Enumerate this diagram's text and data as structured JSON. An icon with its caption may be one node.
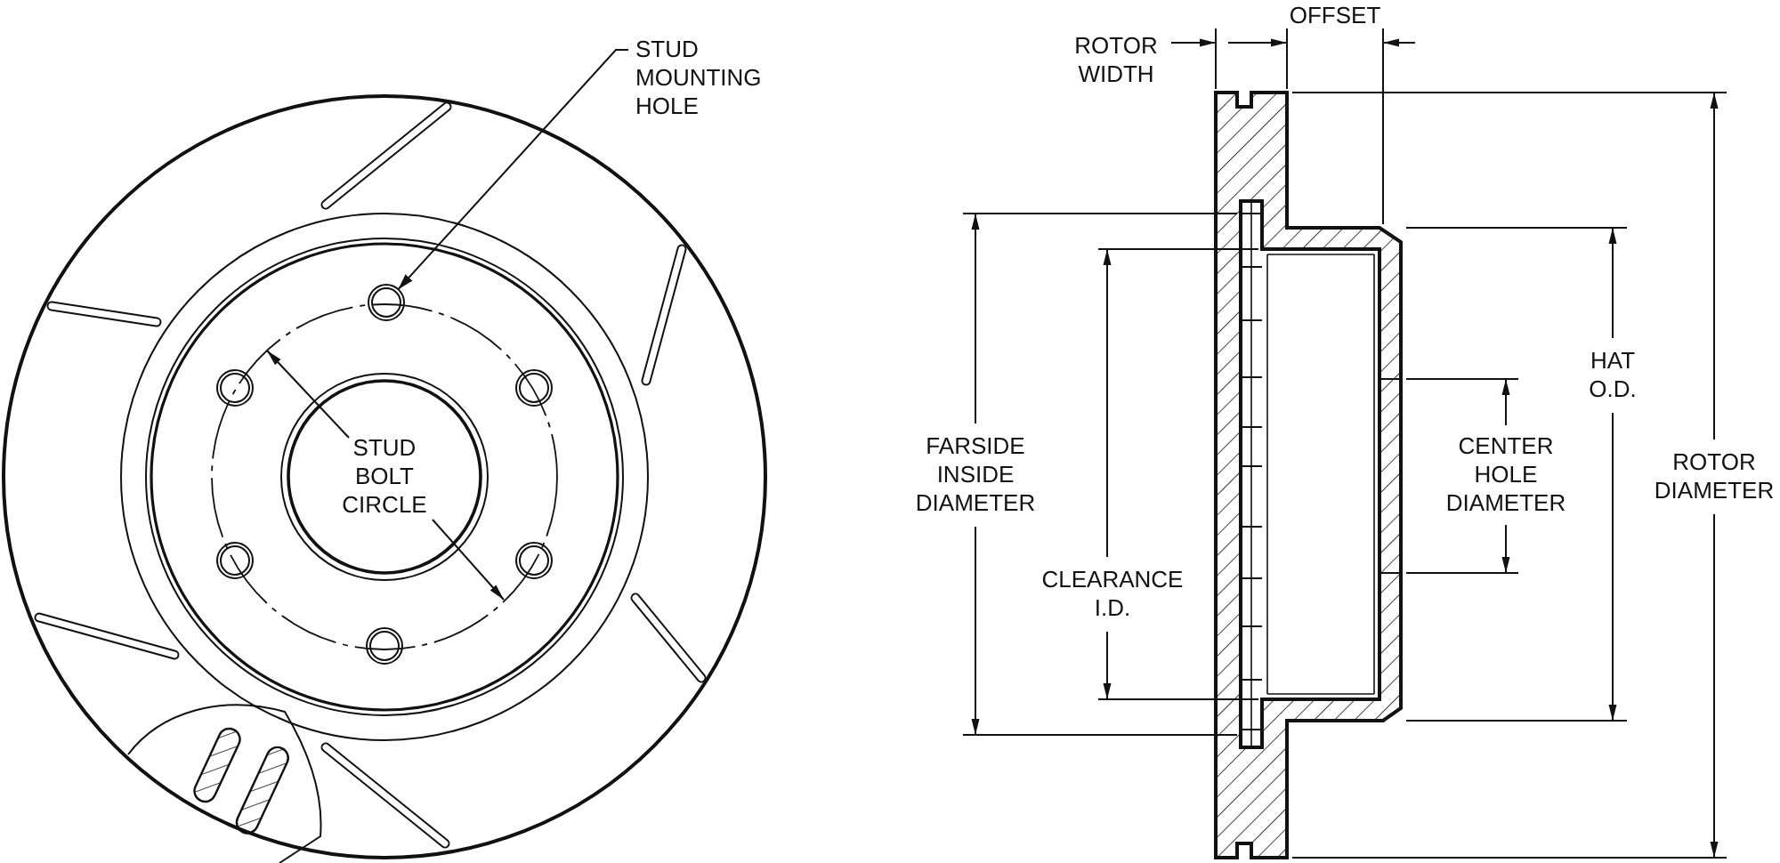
{
  "diagram": {
    "nodes": [
      {
        "text": [
          "STUD MOUNTING HOLE"
        ]
      },
      {
        "text": [],
        "shape": "circle"
      }
    ],
    "edges": [
      {
        "from": 0,
        "to": 1,
        "arrow": "to"
      }
    ],
    "labels": [
      "OFFSET",
      "ROTOR WIDTH",
      "HAT O.D.",
      "FARSIDE INSIDE DIAMETER",
      "STUD BOLT CIRCLE",
      "CENTER HOLE DIAMETER",
      "ROTOR DIAMETER",
      "CLEARANCE I.D."
    ]
  }
}
